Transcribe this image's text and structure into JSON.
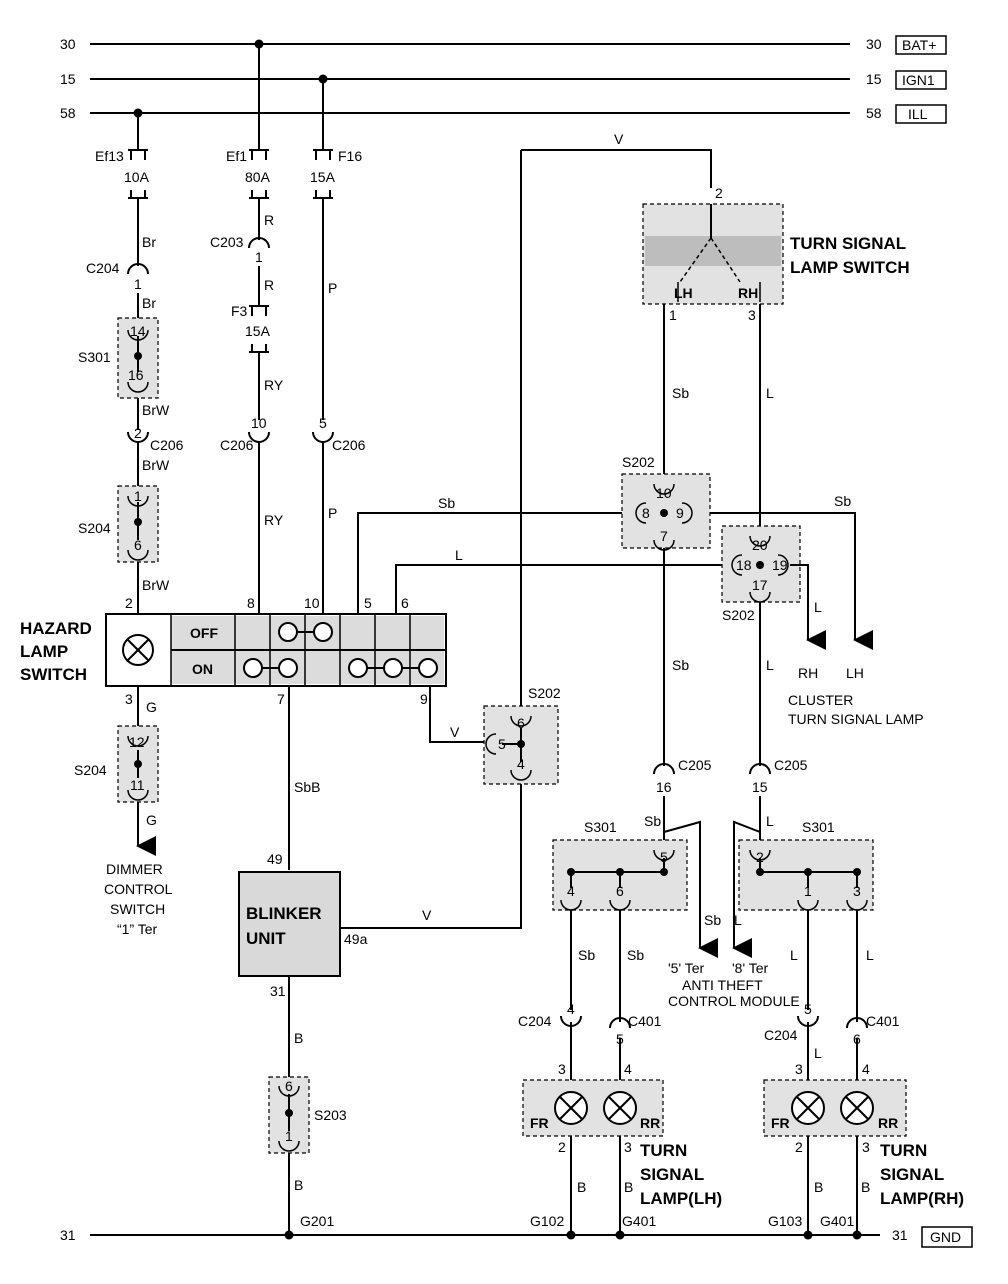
{
  "rails": {
    "r30_left": "30",
    "r15_left": "15",
    "r58_left": "58",
    "r30_right": "30",
    "r15_right": "15",
    "r58_right": "58",
    "bat": "BAT+",
    "ign": "IGN1",
    "ill": "ILL",
    "r31_left": "31",
    "r31_right": "31",
    "gnd": "GND"
  },
  "fuses": {
    "ef13": "Ef13",
    "ef13_amp": "10A",
    "ef1": "Ef1",
    "ef1_amp": "80A",
    "f16": "F16",
    "f16_amp": "15A",
    "f3": "F3",
    "f3_amp": "15A"
  },
  "wires": {
    "br": "Br",
    "brw": "BrW",
    "r": "R",
    "ry": "RY",
    "p": "P",
    "sb": "Sb",
    "l": "L",
    "v": "V",
    "g": "G",
    "sbb": "SbB",
    "b": "B"
  },
  "connectors": {
    "c204": "C204",
    "c203": "C203",
    "c206": "C206",
    "c205": "C205",
    "c401": "C401"
  },
  "splices": {
    "s301": "S301",
    "s204": "S204",
    "s202": "S202",
    "s203": "S203"
  },
  "grounds": {
    "g201": "G201",
    "g102": "G102",
    "g401": "G401",
    "g103": "G103"
  },
  "pins": {
    "p1": "1",
    "p2": "2",
    "p3": "3",
    "p4": "4",
    "p5": "5",
    "p6": "6",
    "p7": "7",
    "p8": "8",
    "p9": "9",
    "p10": "10",
    "p11": "11",
    "p12": "12",
    "p14": "14",
    "p15": "15",
    "p16": "16",
    "p17": "17",
    "p18": "18",
    "p19": "19",
    "p20": "20",
    "p31": "31",
    "p49": "49",
    "p49a": "49a"
  },
  "components": {
    "turn_switch_1": "TURN SIGNAL",
    "turn_switch_2": "LAMP SWITCH",
    "lh": "LH",
    "rh": "RH",
    "hazard_1": "HAZARD",
    "hazard_2": "LAMP",
    "hazard_3": "SWITCH",
    "off": "OFF",
    "on": "ON",
    "blinker_1": "BLINKER",
    "blinker_2": "UNIT",
    "fr": "FR",
    "rr": "RR",
    "lamp_lh_1": "TURN",
    "lamp_lh_2": "SIGNAL",
    "lamp_lh_3": "LAMP(LH)",
    "lamp_rh_1": "TURN",
    "lamp_rh_2": "SIGNAL",
    "lamp_rh_3": "LAMP(RH)"
  },
  "destinations": {
    "dimmer_1": "DIMMER",
    "dimmer_2": "CONTROL",
    "dimmer_3": "SWITCH",
    "dimmer_4": "“1” Ter",
    "cluster_rh": "RH",
    "cluster_lh": "LH",
    "cluster_1": "CLUSTER",
    "cluster_2": "TURN SIGNAL LAMP",
    "atc_5": "'5' Ter",
    "atc_8": "'8' Ter",
    "atc_1": "ANTI THEFT",
    "atc_2": "CONTROL MODULE"
  }
}
